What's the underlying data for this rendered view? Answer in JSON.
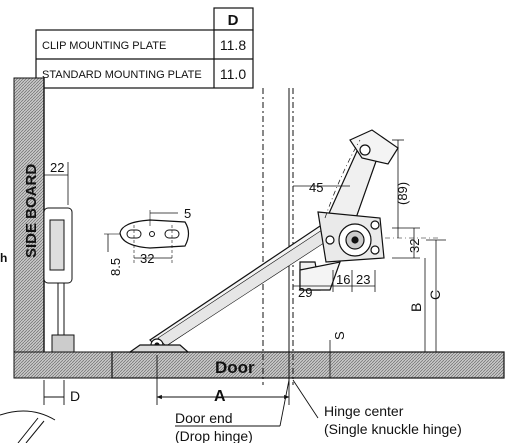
{
  "table": {
    "column_header": "D",
    "rows": [
      {
        "label": "CLIP MOUNTING PLATE",
        "value": "11.8"
      },
      {
        "label": "STANDARD MOUNTING PLATE",
        "value": "11.0"
      }
    ]
  },
  "labels": {
    "side_board": "SIDE BOARD",
    "door": "Door",
    "door_end_line1": "Door end",
    "door_end_line2": "(Drop hinge)",
    "hinge_center_line1": "Hinge center",
    "hinge_center_line2": "(Single knuckle hinge)",
    "side_cut_letter": "h"
  },
  "dimensions": {
    "sideboard_width": "22",
    "plate_hole_width": "32",
    "plate_hole_height": "8.5",
    "plate_offset": "5",
    "hinge_45": "45",
    "hinge_89": "(89)",
    "hinge_32": "32",
    "hinge_29": "29",
    "hinge_16": "16",
    "hinge_23": "23",
    "dim_A": "A",
    "dim_B": "B",
    "dim_C": "C",
    "dim_D": "D",
    "dim_S": "S"
  },
  "colors": {
    "ink": "#111111",
    "hatch": "#9a9a9a",
    "background": "#ffffff"
  }
}
